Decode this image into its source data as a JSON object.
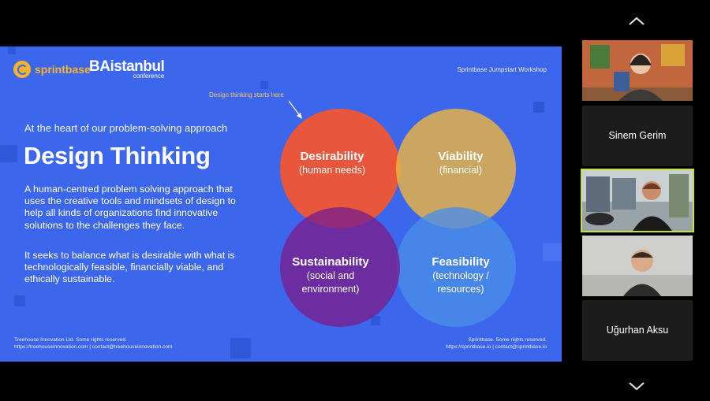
{
  "slide": {
    "sprintbase_logo_text": "sprintbase",
    "ba_logo_main": "BAistanbul",
    "ba_logo_sub": "conference",
    "workshop_label": "Sprintbase Jumpstart Workshop",
    "annotation": "Design thinking starts here",
    "kicker": "At the heart of our problem-solving approach",
    "title": "Design Thinking",
    "paragraph1": "A human-centred problem solving approach that uses the creative tools and mindsets of design to help all kinds of organizations find innovative solutions to the challenges they face.",
    "paragraph2": "It seeks to balance what is desirable with what is technologically feasible, financially viable, and ethically sustainable.",
    "footer_left_line1": "Treehouse Innovation Ltd. Some rights reserved.",
    "footer_left_line2": "https://treehouseinnovation.com  |  contact@treehouseinnovation.com",
    "footer_right_line1": "Sprintbase. Some rights reserved.",
    "footer_right_line2": "https://sprintbase.io  |  contact@sprintbase.io"
  },
  "venn": {
    "circles": [
      {
        "title": "Desirability",
        "subtitle": "(human needs)",
        "subtitle2": "",
        "color": "#e8573c"
      },
      {
        "title": "Viability",
        "subtitle": "(financial)",
        "subtitle2": "",
        "color": "#f2b83a"
      },
      {
        "title": "Sustainability",
        "subtitle": "(social and",
        "subtitle2": "environment)",
        "color": "#7a1d8c"
      },
      {
        "title": "Feasibility",
        "subtitle": "(technology /",
        "subtitle2": "resources)",
        "color": "#4a90e8"
      }
    ]
  },
  "participants": [
    {
      "name": "",
      "type": "video",
      "active": false
    },
    {
      "name": "Sinem Gerim",
      "type": "name",
      "active": false
    },
    {
      "name": "",
      "type": "video",
      "active": true
    },
    {
      "name": "",
      "type": "video",
      "active": false
    },
    {
      "name": "Uğurhan Aksu",
      "type": "name",
      "active": false
    }
  ],
  "icons": {
    "scroll_up": "chevron-up-icon",
    "scroll_down": "chevron-down-icon"
  }
}
